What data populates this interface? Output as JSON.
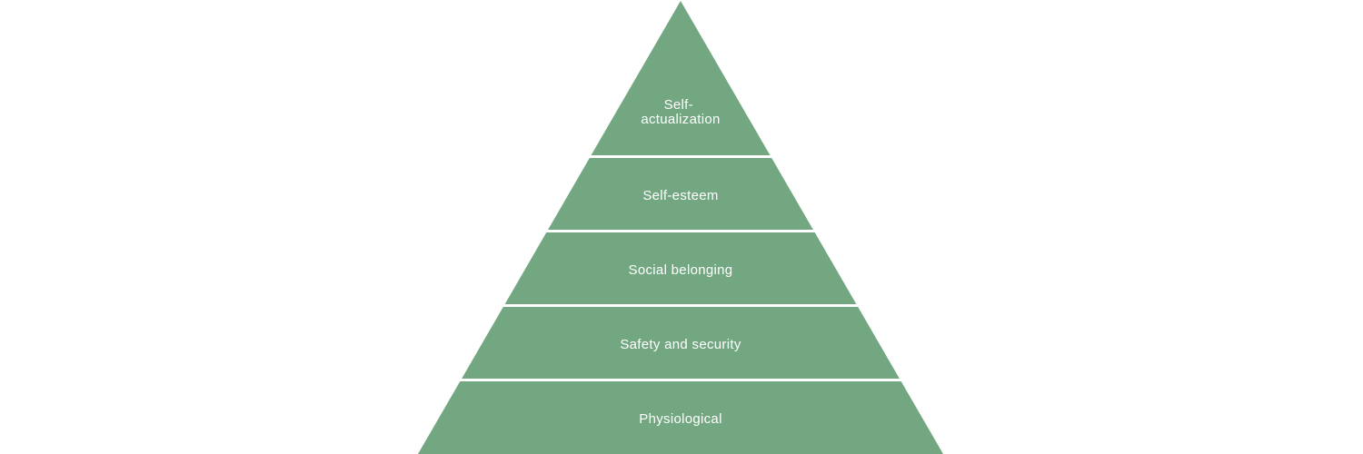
{
  "diagram": {
    "type": "pyramid",
    "fill_color": "#73a782",
    "separator_color": "#ffffff",
    "text_color": "#ffffff",
    "background_color": "#ffffff",
    "tiers": [
      {
        "label_lines": [
          "Self-",
          "actualization"
        ]
      },
      {
        "label_lines": [
          "Self-esteem"
        ]
      },
      {
        "label_lines": [
          "Social belonging"
        ]
      },
      {
        "label_lines": [
          "Safety and security"
        ]
      },
      {
        "label_lines": [
          "Physiological"
        ]
      }
    ]
  }
}
